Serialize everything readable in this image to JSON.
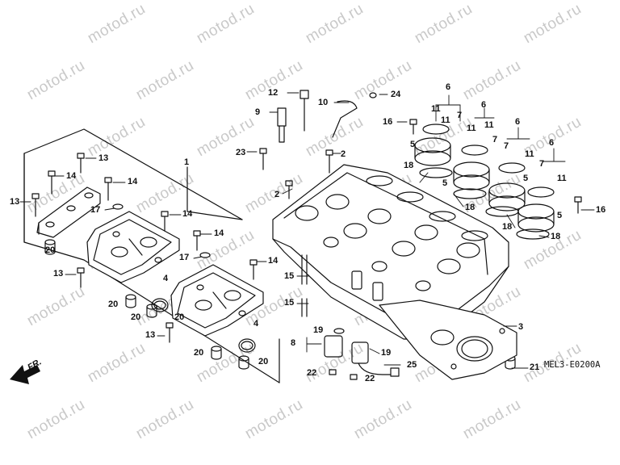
{
  "watermark": "motod.ru",
  "diagram_code": "MEL3-E0200A",
  "front_marker": "FR.",
  "callouts": {
    "c1": "1",
    "c2a": "2",
    "c2b": "2",
    "c3": "3",
    "c4a": "4",
    "c4b": "4",
    "c5a": "5",
    "c5b": "5",
    "c5c": "5",
    "c5d": "5",
    "c6a": "6",
    "c6b": "6",
    "c6c": "6",
    "c6d": "6",
    "c7a": "7",
    "c7b": "7",
    "c7c": "7",
    "c7d": "7",
    "c8": "8",
    "c9": "9",
    "c10": "10",
    "c11a": "11",
    "c11b": "11",
    "c11c": "11",
    "c11d": "11",
    "c11e": "11",
    "c11f": "11",
    "c12": "12",
    "c13a": "13",
    "c13b": "13",
    "c13c": "13",
    "c13d": "13",
    "c14a": "14",
    "c14b": "14",
    "c14c": "14",
    "c14d": "14",
    "c14e": "14",
    "c15a": "15",
    "c15b": "15",
    "c16a": "16",
    "c16b": "16",
    "c17a": "17",
    "c17b": "17",
    "c18a": "18",
    "c18b": "18",
    "c18c": "18",
    "c18d": "18",
    "c19a": "19",
    "c19b": "19",
    "c20a": "20",
    "c20b": "20",
    "c20c": "20",
    "c20d": "20",
    "c20e": "20",
    "c20f": "20",
    "c21": "21",
    "c22a": "22",
    "c22b": "22",
    "c23": "23",
    "c24": "24",
    "c25": "25"
  }
}
